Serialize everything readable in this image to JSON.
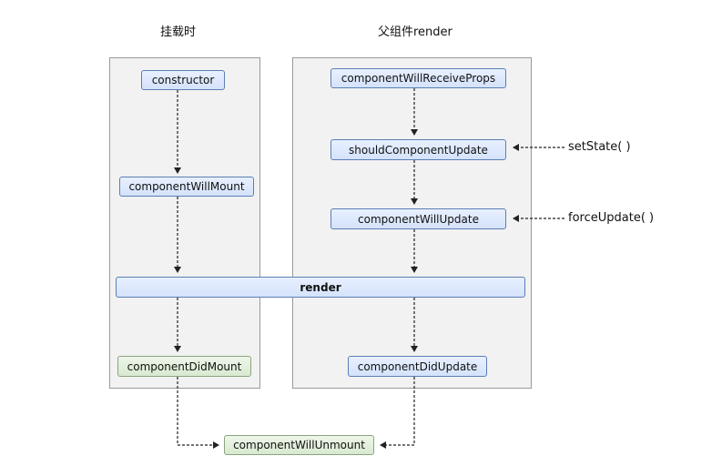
{
  "headings": {
    "mount": "挂载时",
    "parent_render": "父组件render"
  },
  "nodes": {
    "constructor": "constructor",
    "component_will_mount": "componentWillMount",
    "render": "render",
    "component_did_mount": "componentDidMount",
    "component_will_receive_props": "componentWillReceiveProps",
    "should_component_update": "shouldComponentUpdate",
    "component_will_update": "componentWillUpdate",
    "component_did_update": "componentDidUpdate",
    "component_will_unmount": "componentWillUnmount"
  },
  "triggers": {
    "set_state": "setState( )",
    "force_update": "forceUpdate( )"
  },
  "colors": {
    "panel": "#f2f2f2",
    "node_blue": "#dbe6fb",
    "node_green": "#dcebd5",
    "arrow": "#222222"
  }
}
